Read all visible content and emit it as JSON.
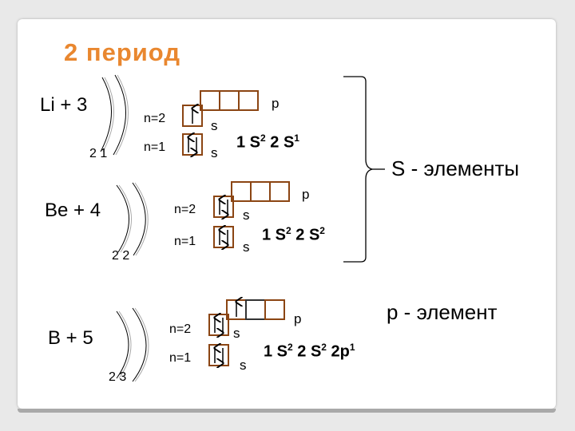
{
  "title": "2 период",
  "elements": [
    {
      "name": "Li + 3",
      "shells": "2   1",
      "levels": [
        "n=2",
        "n=1"
      ],
      "orbital_labels": {
        "s_upper": "s",
        "s_lower": "s",
        "p": "p"
      },
      "config": {
        "c1": "1 S",
        "e1": "2",
        "c2": " 2 S",
        "e2": "1",
        "c3": "",
        "e3": ""
      }
    },
    {
      "name": "Be + 4",
      "shells": "2   2",
      "levels": [
        "n=2",
        "n=1"
      ],
      "orbital_labels": {
        "s_upper": "s",
        "s_lower": "s",
        "p": "p"
      },
      "config": {
        "c1": "1 S",
        "e1": "2",
        "c2": " 2 S",
        "e2": "2",
        "c3": "",
        "e3": ""
      }
    },
    {
      "name": "B + 5",
      "shells": "2   3",
      "levels": [
        "n=2",
        "n=1"
      ],
      "orbital_labels": {
        "s_upper": "s",
        "s_lower": "s",
        "p": "p"
      },
      "config": {
        "c1": "1 S",
        "e1": "2",
        "c2": " 2 S",
        "e2": "2",
        "c3": " 2p",
        "e3": "1"
      }
    }
  ],
  "group_labels": {
    "s_elements": "S - элементы",
    "p_element": "p - элемент"
  },
  "colors": {
    "title": "#e9872f",
    "box_border": "#8b4513",
    "slide_bg": "#ffffff",
    "page_bg": "#e9e9e9"
  }
}
